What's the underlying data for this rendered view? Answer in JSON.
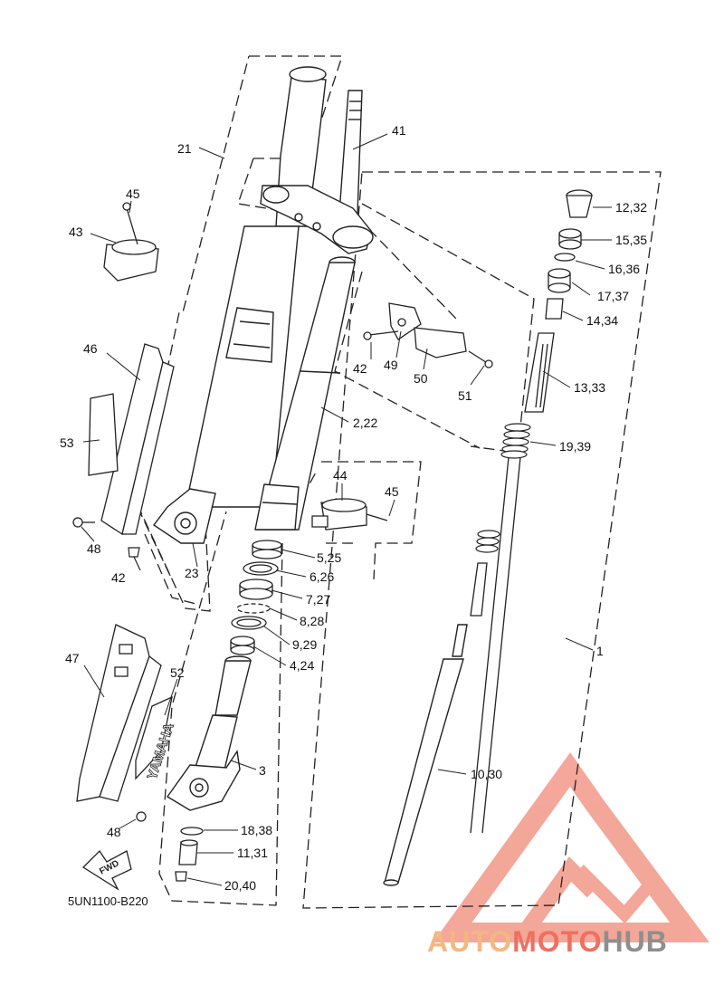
{
  "diagram": {
    "labels": [
      {
        "id": "l21",
        "text": "21"
      },
      {
        "id": "l41",
        "text": "41"
      },
      {
        "id": "l45a",
        "text": "45"
      },
      {
        "id": "l43",
        "text": "43"
      },
      {
        "id": "l1232",
        "text": "12,32"
      },
      {
        "id": "l1535",
        "text": "15,35"
      },
      {
        "id": "l1636",
        "text": "16,36"
      },
      {
        "id": "l1737",
        "text": "17,37"
      },
      {
        "id": "l1434",
        "text": "14,34"
      },
      {
        "id": "l46",
        "text": "46"
      },
      {
        "id": "l42a",
        "text": "42"
      },
      {
        "id": "l49",
        "text": "49"
      },
      {
        "id": "l50",
        "text": "50"
      },
      {
        "id": "l51",
        "text": "51"
      },
      {
        "id": "l1333",
        "text": "13,33"
      },
      {
        "id": "l222",
        "text": "2,22"
      },
      {
        "id": "l1939",
        "text": "19,39"
      },
      {
        "id": "l53",
        "text": "53"
      },
      {
        "id": "l44",
        "text": "44"
      },
      {
        "id": "l45b",
        "text": "45"
      },
      {
        "id": "l48a",
        "text": "48"
      },
      {
        "id": "l42b",
        "text": "42"
      },
      {
        "id": "l23",
        "text": "23"
      },
      {
        "id": "l525",
        "text": "5,25"
      },
      {
        "id": "l626",
        "text": "6,26"
      },
      {
        "id": "l727",
        "text": "7,27"
      },
      {
        "id": "l828",
        "text": "8,28"
      },
      {
        "id": "l929",
        "text": "9,29"
      },
      {
        "id": "l424",
        "text": "4,24"
      },
      {
        "id": "l1",
        "text": "1"
      },
      {
        "id": "l47",
        "text": "47"
      },
      {
        "id": "l52",
        "text": "52"
      },
      {
        "id": "l3",
        "text": "3"
      },
      {
        "id": "l1030",
        "text": "10,30"
      },
      {
        "id": "l1838",
        "text": "18,38"
      },
      {
        "id": "l48b",
        "text": "48"
      },
      {
        "id": "l1131",
        "text": "11,31"
      },
      {
        "id": "l2040",
        "text": "20,40"
      }
    ],
    "drawing_code": "5UN1100-B220",
    "fwd_label": "FWD",
    "guard_text": "YAMAHA"
  },
  "watermark": {
    "part1": "AUTO",
    "part2": "MOTO",
    "part3": "HUB",
    "colors": {
      "auto": "#f3b880",
      "moto": "#f06f60",
      "hub": "#8e8e8e",
      "logo": "#f0826f"
    }
  }
}
